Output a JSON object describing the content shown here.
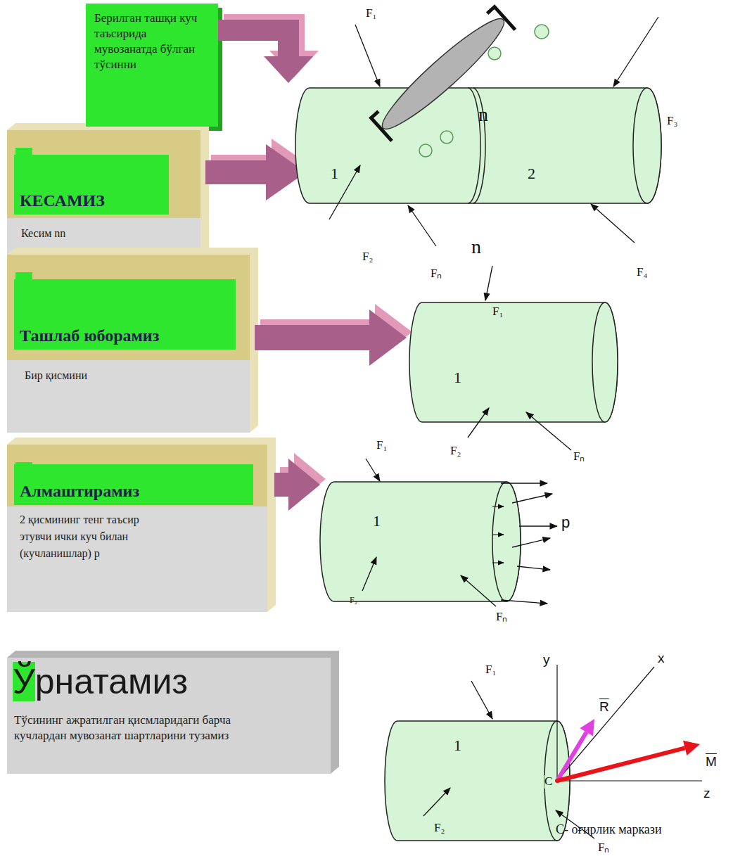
{
  "diagram": {
    "nodes": [
      {
        "text": [
          "Берилган ташқи куч таъсирида мувозанатда бўлган тўсинни"
        ]
      },
      {
        "text": [
          "КЕСАМИЗ",
          "Кесим nn"
        ]
      },
      {
        "text": [
          "Ташлаб юборамиз",
          "Бир қисмини"
        ]
      },
      {
        "text": [
          "Алмаштирамиз",
          "2 қисмининг тенг таъсир этувчи ички куч билан (кучланишлар) р"
        ]
      },
      {
        "text": [
          "Ўрнатамиз",
          "Тўсининг ажратилган қисмларидаги барча кучлардан мувозанат шартларини тузамиз"
        ]
      }
    ],
    "labels": [
      "F₁",
      "F₃",
      "n",
      "1",
      "2",
      "F₂",
      "n",
      "Fₙ",
      "F₄",
      "F₁",
      "1",
      "F₂",
      "Fₙ",
      "F₁",
      "1",
      "p",
      "F₂",
      "Fₙ",
      "F₁",
      "y",
      "R",
      "x",
      "M",
      "1",
      "C",
      "z",
      "С- оғирлик маркази",
      "F₂",
      "Fₙ"
    ]
  }
}
